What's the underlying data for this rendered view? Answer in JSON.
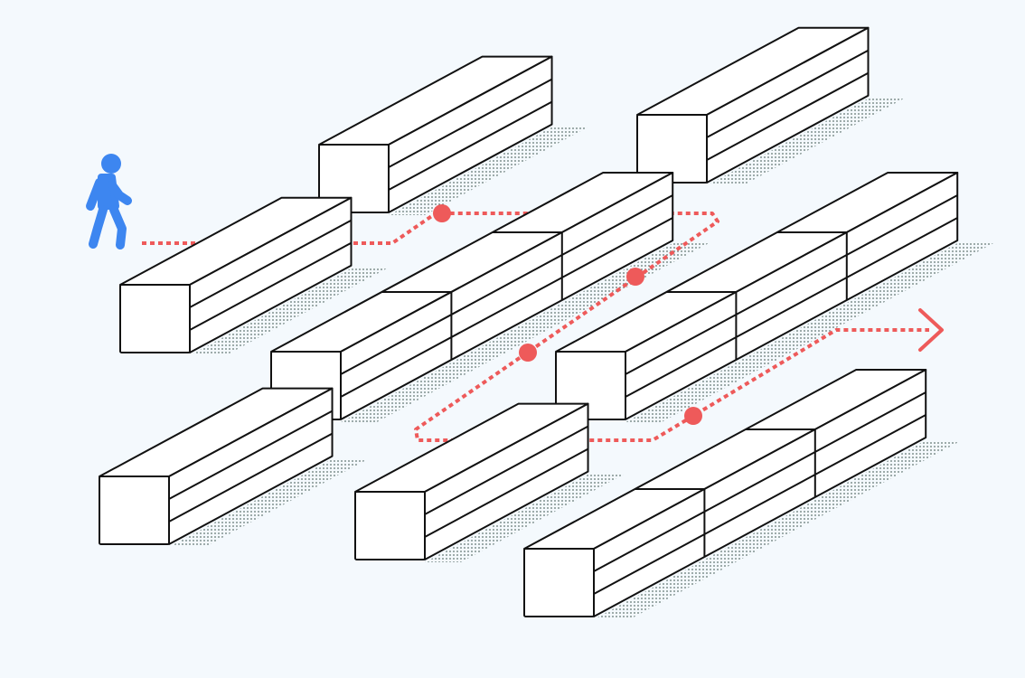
{
  "colors": {
    "background": "#f4f9fd",
    "box_fill": "#ffffff",
    "box_stroke": "#111111",
    "shadow": "#5f7370",
    "route": "#ee5a5a",
    "walker": "#3d86f0"
  },
  "icons": {
    "walker": "person-walking-icon",
    "exit": "chevron-right-arrow-icon",
    "waypoint": "red-dot-marker"
  },
  "boxes": [
    {
      "name": "shelf-top-left",
      "segments": 1,
      "layers": 3
    },
    {
      "name": "shelf-top-right",
      "segments": 1,
      "layers": 3
    },
    {
      "name": "shelf-mid-left",
      "segments": 1,
      "layers": 3
    },
    {
      "name": "shelf-long-center",
      "segments": 3,
      "layers": 3
    },
    {
      "name": "shelf-long-right",
      "segments": 3,
      "layers": 3
    },
    {
      "name": "shelf-bottom-left",
      "segments": 1,
      "layers": 3
    },
    {
      "name": "shelf-bottom-center",
      "segments": 1,
      "layers": 3
    },
    {
      "name": "shelf-long-bottom",
      "segments": 3,
      "layers": 3
    }
  ],
  "route": {
    "waypoint_count": 4,
    "style": "dotted"
  }
}
